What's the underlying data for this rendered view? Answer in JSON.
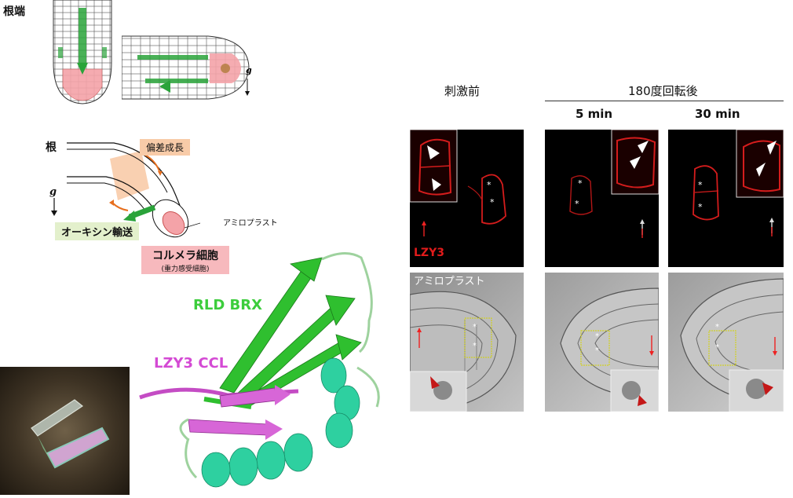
{
  "labels": {
    "root_tip": "根端",
    "gravity": "g",
    "root": "根",
    "differential_growth": "偏差成長",
    "auxin_transport": "オーキシン輸送",
    "amyloplast_pointer": "アミロプラスト",
    "columella_cell": "コルメラ細胞",
    "gravity_sensing_cell": "(重力感受細胞)",
    "rld_brx": "RLD BRX",
    "lzy3_ccl": "LZY3 CCL",
    "before_stimulus": "刺激前",
    "after_rotation": "180度回転後",
    "t5": "5 min",
    "t30": "30 min",
    "lzy3_channel": "LZY3",
    "amyloplast_channel": "アミロプラスト",
    "star": "*"
  },
  "colors": {
    "auxin_green": "#2aa33a",
    "columella_pink": "#f4a3a8",
    "growth_orange": "#e76f1e",
    "growth_bg": "#f8cba8",
    "auxin_bg": "#e3f0cc",
    "columella_bg": "#f7b9bd",
    "rld_brx_text": "#3ccd3c",
    "lzy3_ccl_text": "#d44ad4",
    "lzy3_red": "#e11b1b"
  }
}
